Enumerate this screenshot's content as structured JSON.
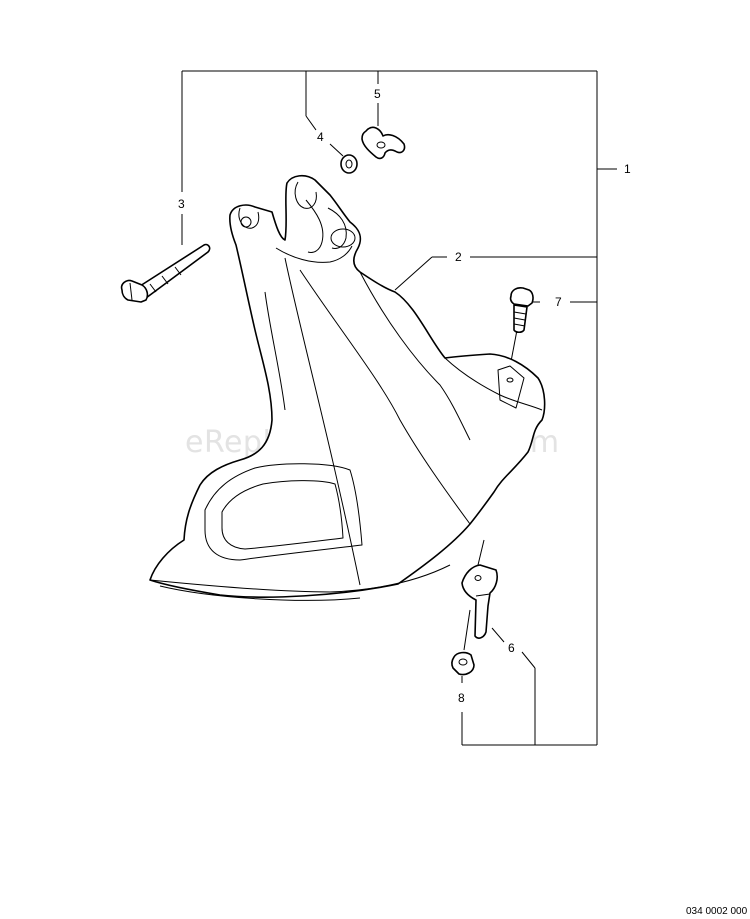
{
  "watermark": "eReplacementParts.com",
  "reference_code": "034 0002 000",
  "callouts": {
    "c1": "1",
    "c2": "2",
    "c3": "3",
    "c4": "4",
    "c5": "5",
    "c6": "6",
    "c7": "7",
    "c8": "8"
  },
  "parts": {
    "p1": "shield-assembly",
    "p2": "debris-shield",
    "p3": "bolt",
    "p4": "washer",
    "p5": "wing-nut",
    "p6": "bracket",
    "p7": "screw",
    "p8": "nut"
  }
}
